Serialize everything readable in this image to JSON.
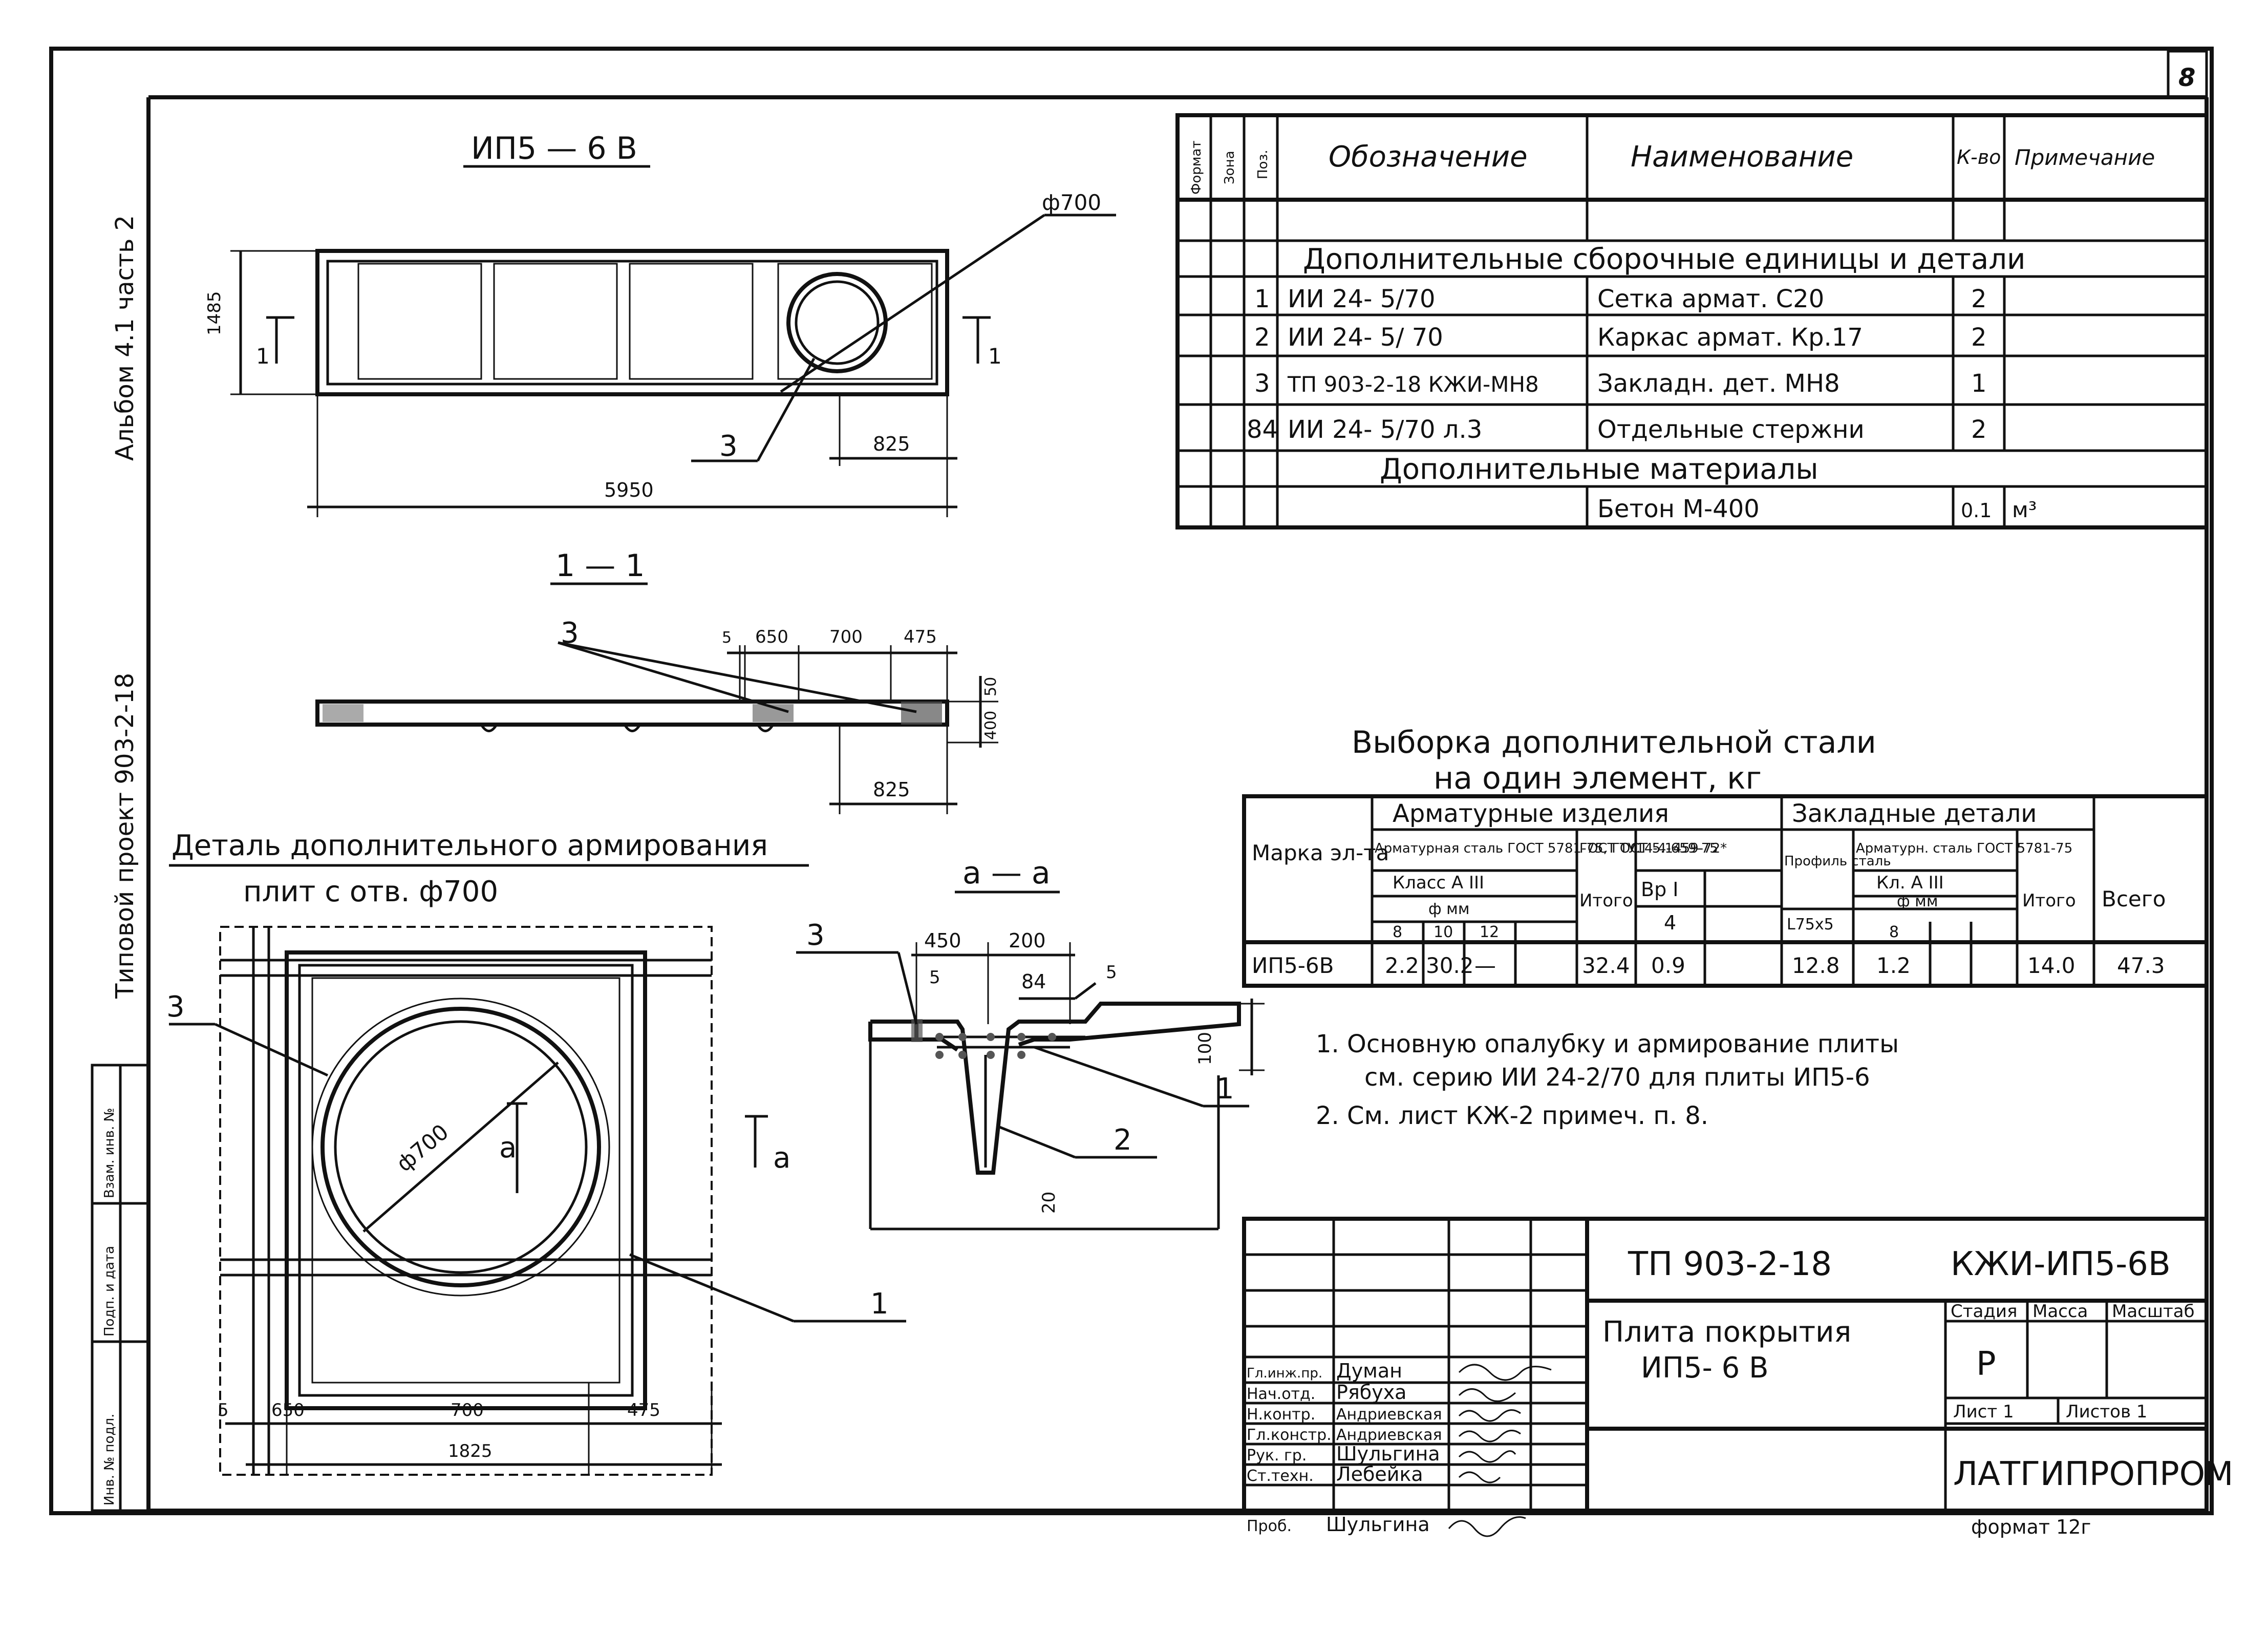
{
  "sheet_number": "8",
  "side_stamp": {
    "album": "Альбом 4.1 часть 2",
    "project": "Типовой проект 903-2-18",
    "fields": [
      "Инв. № подл.",
      "Подп. и дата",
      "Взам. инв. №"
    ]
  },
  "plan": {
    "title": "ИП5 — 6 В",
    "dim_length": "5950",
    "dim_width": "1485",
    "dim_offset": "825",
    "hole_dia": "ф700",
    "callout": "3",
    "section_mark": "1"
  },
  "section_1_1": {
    "title": "1 — 1",
    "dims": [
      "5",
      "650",
      "700",
      "475"
    ],
    "dim_height_top": "50",
    "dim_height": "400",
    "dim_bottom": "825",
    "callout": "3"
  },
  "detail": {
    "title_line1": "Деталь дополнительного армирования",
    "title_line2": "плит с отв. ф700",
    "hole_dia": "ф700",
    "section_mark": "а",
    "dims": [
      "5",
      "650",
      "700",
      "475"
    ],
    "total": "1825",
    "callouts": [
      "3",
      "1"
    ]
  },
  "section_a_a": {
    "title": "а — а",
    "dims_top": [
      "450",
      "200"
    ],
    "dim_small_left": "5",
    "dim_small_right": "5",
    "bar_label": "84",
    "dim_height": "100",
    "dim_bottom": "20",
    "callouts": [
      "3",
      "1",
      "2"
    ]
  },
  "spec_table": {
    "headers": [
      "Формат",
      "Зона",
      "Поз.",
      "Обозначение",
      "Наименование",
      "К-во",
      "Примечание"
    ],
    "group1": "Дополнительные сборочные единицы и детали",
    "rows": [
      {
        "pos": "1",
        "designation": "ИИ 24- 5/70",
        "name": "Сетка армат. С20",
        "qty": "2",
        "note": ""
      },
      {
        "pos": "2",
        "designation": "ИИ 24- 5/ 70",
        "name": "Каркас армат. Кр.17",
        "qty": "2",
        "note": ""
      },
      {
        "pos": "3",
        "designation": "ТП 903-2-18 КЖИ-МН8",
        "name": "Закладн. дет. МН8",
        "qty": "1",
        "note": ""
      },
      {
        "pos": "84",
        "designation": "ИИ 24- 5/70 л.3",
        "name": "Отдельные стержни",
        "qty": "2",
        "note": ""
      }
    ],
    "group2": "Дополнительные материалы",
    "material": {
      "name": "Бетон М-400",
      "qty": "0.1",
      "note": "м³"
    }
  },
  "steel_table": {
    "title_line1": "Выборка дополнительной стали",
    "title_line2": "на один элемент, кг",
    "h_mark": "Марка эл-та",
    "h_rebar_products": "Арматурные изделия",
    "h_rebar_steel": "Арматурная сталь ГОСТ 5781-75, ГОСТ 5.1459-72*",
    "h_class": "Класс А III",
    "h_dia": "ф мм",
    "h_dias": [
      "8",
      "10",
      "12"
    ],
    "h_total": "Итого",
    "h_gost_wire": "ГОСТ ТУ14-4-659-75",
    "h_vr": "Вр I",
    "h_vr_dia": "4",
    "h_embedded": "Закладные детали",
    "h_profile": "Профиль сталь",
    "h_profile_val": "L75х5",
    "h_rebar_steel2": "Арматурн. сталь ГОСТ 5781-75",
    "h_class2": "Кл. А III",
    "h_dia2": "ф мм",
    "h_dia2_val": "8",
    "h_total2": "Итого",
    "h_grand": "Всего",
    "row": {
      "mark": "ИП5-6В",
      "d8": "2.2",
      "d10": "30.2",
      "d12": "—",
      "total": "32.4",
      "vr": "0.9",
      "blank": "",
      "profile": "12.8",
      "a3": "1.2",
      "blank2": "",
      "total2": "14.0",
      "grand": "47.3"
    }
  },
  "notes": [
    "1. Основную опалубку и армирование плиты",
    "см. серию ИИ 24-2/70 для плиты ИП5-6",
    "2. См. лист КЖ-2 примеч. п. 8."
  ],
  "title_block": {
    "project_code": "ТП 903-2-18",
    "drawing_code": "КЖИ-ИП5-6В",
    "title_line1": "Плита покрытия",
    "title_line2": "ИП5- 6 В",
    "stage_label": "Стадия",
    "mass_label": "Масса",
    "scale_label": "Масштаб",
    "stage": "Р",
    "sheet_label": "Лист 1",
    "sheets_label": "Листов 1",
    "org": "ЛАТГИПРОПРОМ",
    "format": "формат 12г",
    "signatures": [
      {
        "role": "Гл.инж.пр.",
        "name": "Думан"
      },
      {
        "role": "Нач.отд.",
        "name": "Рябуха"
      },
      {
        "role": "Н.контр.",
        "name": "Андриевская"
      },
      {
        "role": "Гл.констр.",
        "name": "Андриевская"
      },
      {
        "role": "Рук. гр.",
        "name": "Шульгина"
      },
      {
        "role": "Ст.техн.",
        "name": "Лебейка"
      },
      {
        "role": "Проб.",
        "name": "Шульгина"
      }
    ]
  }
}
